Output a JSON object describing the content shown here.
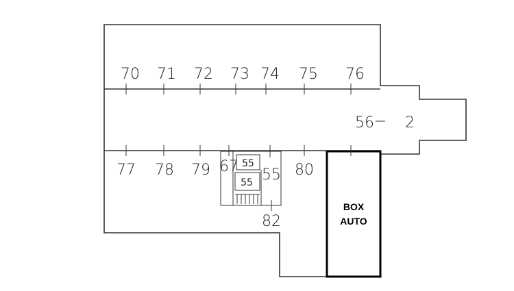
{
  "top_row": [
    "70",
    "71",
    "72",
    "73",
    "74",
    "75",
    "76"
  ],
  "bottom_row": [
    "77",
    "78",
    "79",
    "67",
    "80"
  ],
  "labels": {
    "r56": "56",
    "r2": "2",
    "r55a": "55",
    "r55b": "55",
    "r55c": "55",
    "r82": "82"
  },
  "box_auto": {
    "line1": "BOX",
    "line2": "AUTO"
  }
}
